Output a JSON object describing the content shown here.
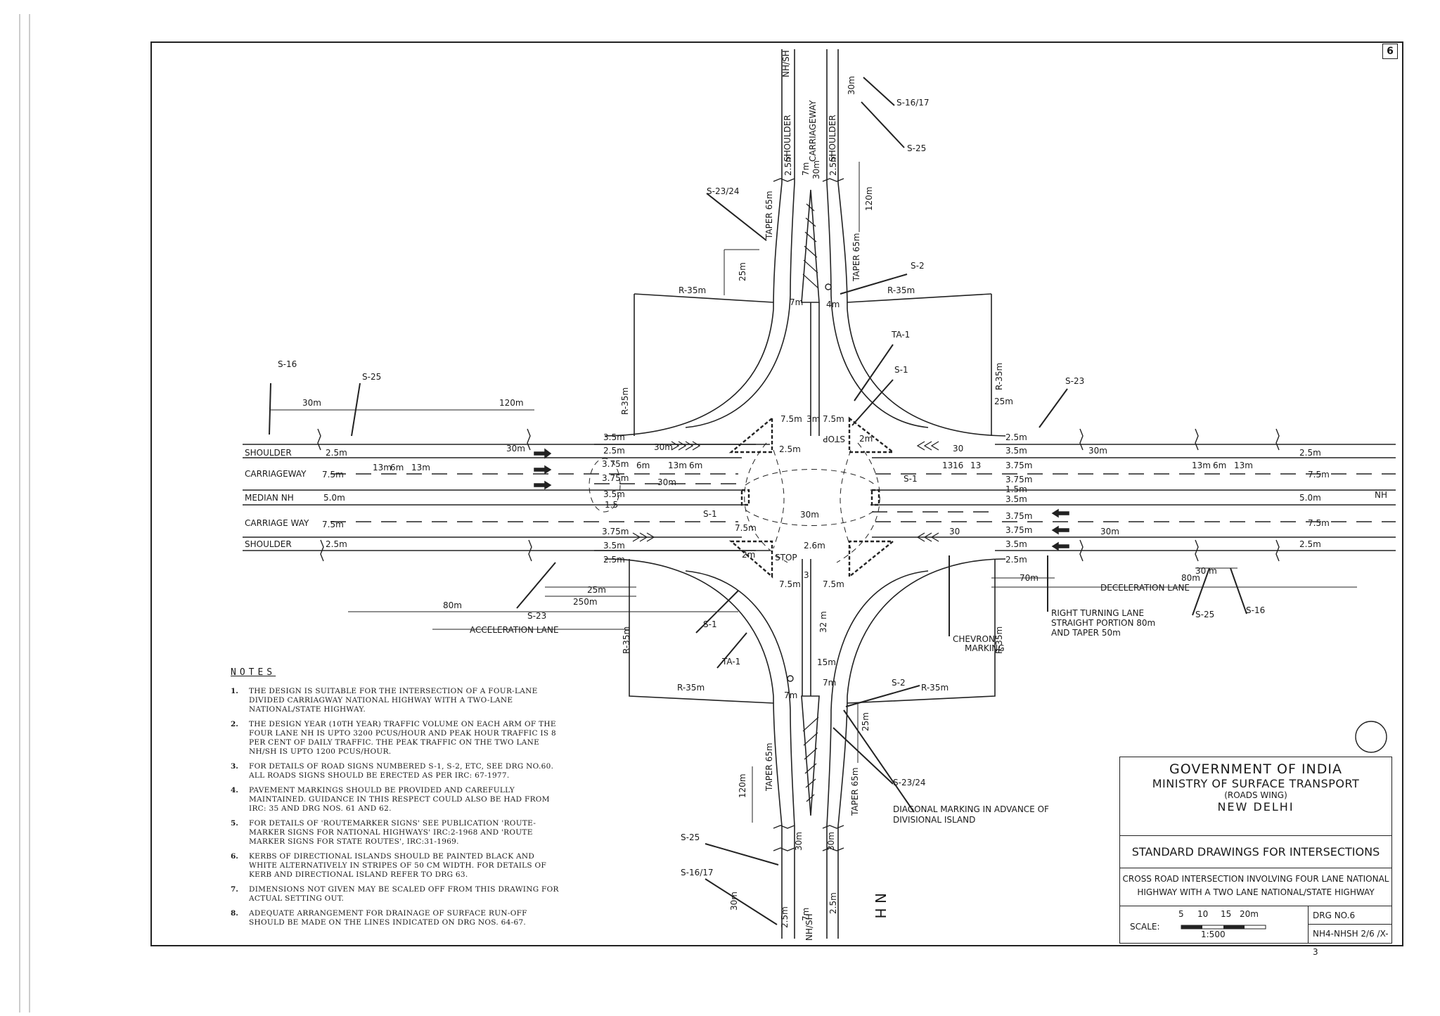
{
  "sheet_number": "6",
  "road_labels": {
    "shoulder": "SHOULDER",
    "carriageway": "CARRIAGEWAY",
    "carriage_way": "CARRIAGE WAY",
    "median_nh": "MEDIAN NH",
    "nh": "NH",
    "nh_sh": "NH/SH",
    "nh_hand": "N H"
  },
  "west_arm": {
    "dims": [
      "2.5m",
      "7.5m",
      "5.0m",
      "7.5m",
      "2.5m"
    ],
    "top": [
      "30m",
      "120m"
    ],
    "signs": [
      "S-16",
      "S-25"
    ],
    "lane": [
      "13m",
      "6m",
      "13m"
    ],
    "inner": [
      "3.5m",
      "3.75m",
      "3.75m",
      "3.5m",
      "3.75m",
      "3.5m",
      "2.5m",
      "2.5m",
      "1.5"
    ],
    "mid": [
      "30m",
      "30m",
      "6m",
      "13m",
      "6m",
      "30m"
    ],
    "accel": [
      "25m",
      "250m",
      "80m",
      "S-23",
      "ACCELERATION LANE"
    ]
  },
  "east_arm": {
    "dims": [
      "2.5m",
      "7.5m",
      "5.0m",
      "7.5m",
      "2.5m"
    ],
    "inner": [
      "2.5m",
      "3.5m",
      "3.75m",
      "3.75m",
      "1.5m",
      "3.5m",
      "3.75m",
      "3.75m",
      "3.5m",
      "2.5m"
    ],
    "top": [
      "25m",
      "S-23"
    ],
    "mid": [
      "30",
      "30m",
      "13",
      "16",
      "13",
      "30",
      "30m",
      "13m",
      "6m",
      "13m"
    ],
    "decel": [
      "70m",
      "80m",
      "30 m",
      "DECELERATION LANE",
      "S-25",
      "S-16"
    ],
    "notes": [
      "RIGHT TURNING LANE",
      "STRAIGHT PORTION 80m",
      "AND TAPER 50m"
    ],
    "chevron": [
      "CHEVRON",
      "MARKING"
    ]
  },
  "north_arm": {
    "top": [
      "2.5m",
      "7m",
      "2.5m",
      "30m",
      "S-16/17",
      "S-25",
      "120m"
    ],
    "mid": [
      "S-23/24",
      "TAPER 65m",
      "TAPER 65m",
      "25m",
      "30m",
      "S-2",
      "7m",
      "4m"
    ],
    "radius": [
      "R-35m",
      "R-35m",
      "R-35m",
      "R-35m"
    ],
    "inner": [
      "7.5m",
      "3m",
      "7.5m",
      "2.5m",
      "2m",
      "STOP",
      "S-1",
      "TA-1"
    ]
  },
  "south_arm": {
    "dims": [
      "2.5m",
      "7m",
      "2.5m",
      "30m",
      "30m",
      "32 m",
      "15m",
      "7m",
      "7m",
      "2m",
      "STOP",
      "7.5m",
      "3",
      "7.5m",
      "2.6m",
      "7.5m",
      "30m"
    ],
    "signs": [
      "S-1",
      "TA-1",
      "S-2",
      "S-23/24",
      "S-25",
      "S-16/17"
    ],
    "radius": [
      "R-35m",
      "R-35m",
      "R-35m",
      "R-35m"
    ],
    "taper": [
      "TAPER 65m",
      "TAPER 65m",
      "120m",
      "25m",
      "30m"
    ],
    "diag": [
      "DIAGONAL MARKING IN ADVANCE OF",
      "DIVISIONAL ISLAND"
    ]
  },
  "misc": [
    "S-1",
    "S-1",
    "S-1",
    "S-1"
  ],
  "notes_title": "NOTES",
  "notes": [
    {
      "n": "1.",
      "t": "The design is suitable for the intersection of a four-lane divided carriagway national highway with a two-lane national/state highway."
    },
    {
      "n": "2.",
      "t": "The design year (10th year) traffic volume on each arm of the four lane NH is upto 3200 PCUs/hour and peak hour traffic is 8 per cent of daily traffic. The peak traffic on the two lane NH/SH is upto 1200 PCUs/hour."
    },
    {
      "n": "3.",
      "t": "For details of road signs numbered S-1, S-2, etc, see DRG No.60. All roads signs should be erected as per IRC: 67-1977."
    },
    {
      "n": "4.",
      "t": "Pavement markings should be provided and carefully maintained. Guidance in this respect could also be had from IRC: 35 and DRG Nos. 61 and 62."
    },
    {
      "n": "5.",
      "t": "For details of 'Routemarker signs' see publication 'Route-marker signs for national highways' IRC:2-1968 and 'Route marker signs for state routes', IRC:31-1969."
    },
    {
      "n": "6.",
      "t": "Kerbs of directional islands should be painted black and white alternatively in stripes of 50 cm width. For details of kerb and directional island refer to DRG 63."
    },
    {
      "n": "7.",
      "t": "Dimensions not given may be scaled off from this drawing for actual setting out."
    },
    {
      "n": "8.",
      "t": "Adequate arrangement for drainage of surface run-off should be made on the lines indicated on DRG Nos. 64-67."
    }
  ],
  "title_block": {
    "line1": "GOVERNMENT OF INDIA",
    "line2": "MINISTRY OF SURFACE TRANSPORT",
    "line3": "(ROADS WING)",
    "line4": "NEW DELHI",
    "standard": "STANDARD DRAWINGS FOR INTERSECTIONS",
    "desc1": "Cross road intersection involving four lane national",
    "desc2": "highway with a two lane national/state highway",
    "scale_label": "SCALE:",
    "scale_ticks": [
      "5",
      "10",
      "15",
      "20m"
    ],
    "scale_ratio": "1:500",
    "drg_no": "DRG NO.6",
    "drg_code": "NH4-NHSH 2/6 /X-3"
  }
}
